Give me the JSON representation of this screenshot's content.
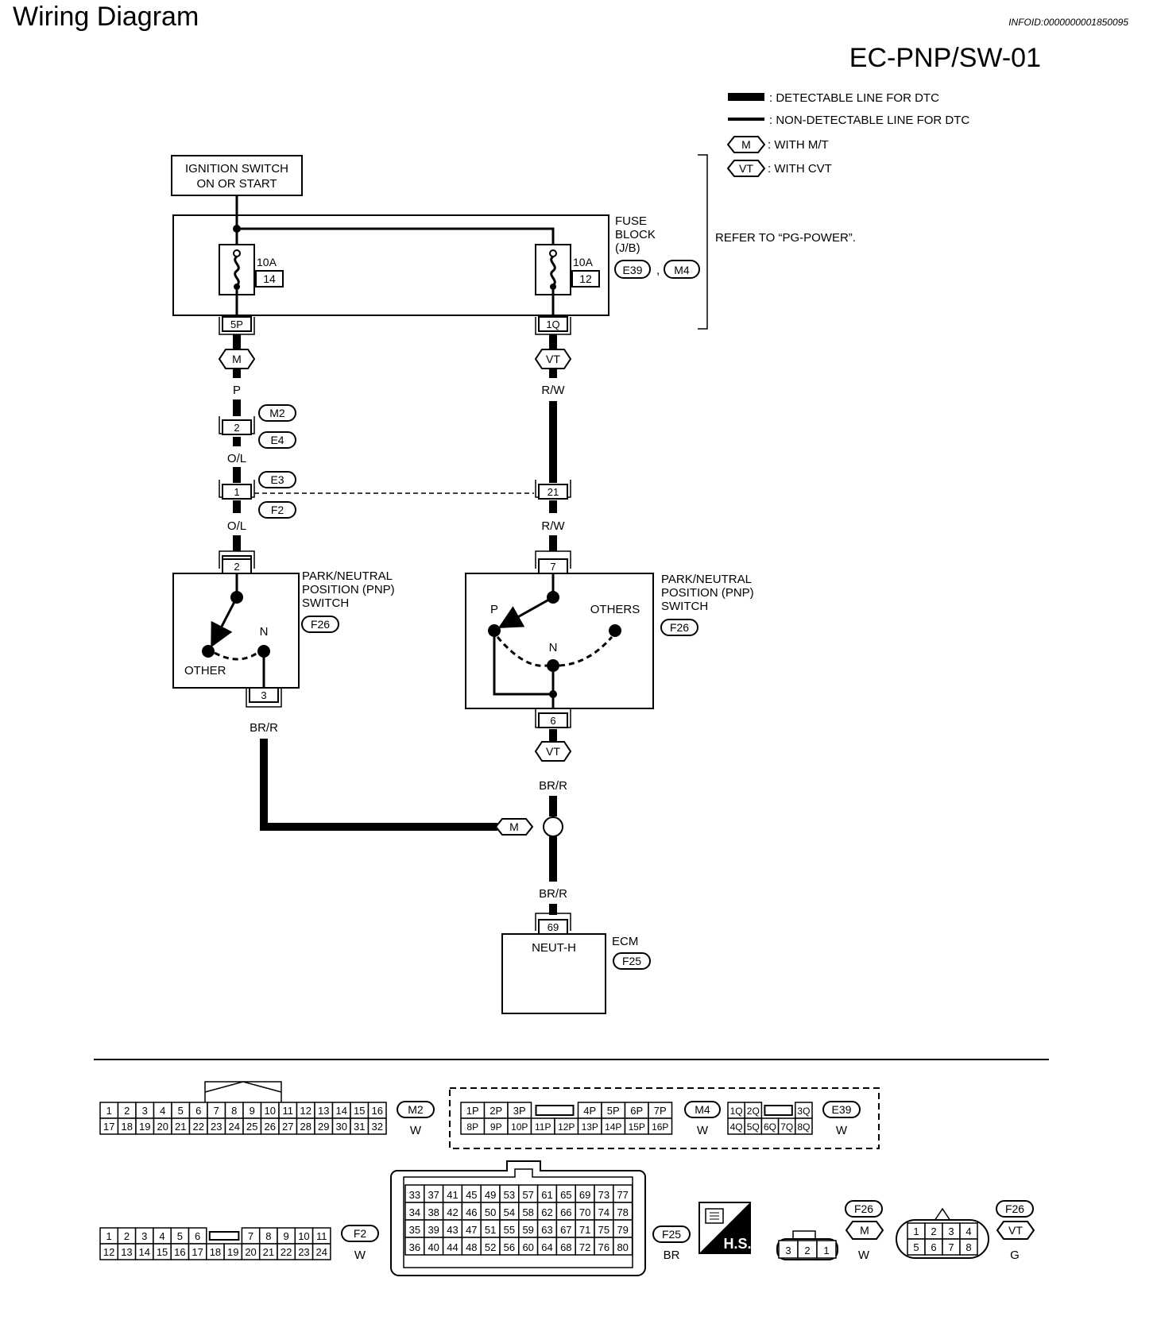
{
  "header": {
    "title": "Wiring Diagram",
    "infoid": "INFOID:0000000001850095",
    "code": "EC-PNP/SW-01"
  },
  "legend": {
    "detectable": ": DETECTABLE LINE FOR DTC",
    "non_detectable": ": NON-DETECTABLE LINE FOR DTC",
    "mt_symbol": "M",
    "mt_text": ": WITH M/T",
    "cvt_symbol": "VT",
    "cvt_text": ": WITH CVT",
    "refer": "REFER TO “PG-POWER”."
  },
  "ignition": {
    "line1": "IGNITION SWITCH",
    "line2": "ON OR START"
  },
  "fuse_block": {
    "line1": "FUSE",
    "line2": "BLOCK",
    "line3": "(J/B)",
    "conn1": "E39",
    "sep": ",",
    "conn2": "M4",
    "fuse_left": {
      "amp": "10A",
      "num": "14",
      "pin": "5P"
    },
    "fuse_right": {
      "amp": "10A",
      "num": "12",
      "pin": "1Q"
    }
  },
  "left_branch": {
    "tag": "M",
    "wire1": "P",
    "pin_a": "2",
    "conn_a1": "M2",
    "conn_a2": "E4",
    "wire2": "O/L",
    "pin_b": "1",
    "conn_b1": "E3",
    "conn_b2": "F2",
    "wire3": "O/L",
    "switch_pin_in": "2",
    "switch_pin_out": "3",
    "wire4": "BR/R"
  },
  "right_branch": {
    "tag": "VT",
    "wire1": "R/W",
    "pin_b": "21",
    "wire2": "R/W",
    "switch_pin_in": "7",
    "switch_pin_out": "6",
    "tag2": "VT",
    "wire3": "BR/R",
    "junction_tag": "M",
    "wire4": "BR/R"
  },
  "pnp_left": {
    "line1": "PARK/NEUTRAL",
    "line2": "POSITION (PNP)",
    "line3": "SWITCH",
    "conn": "F26",
    "n_label": "N",
    "other_label": "OTHER"
  },
  "pnp_right": {
    "line1": "PARK/NEUTRAL",
    "line2": "POSITION (PNP)",
    "line3": "SWITCH",
    "conn": "F26",
    "p_label": "P",
    "others_label": "OTHERS",
    "n_label": "N"
  },
  "ecm": {
    "pin": "69",
    "terminal": "NEUT-H",
    "label": "ECM",
    "conn": "F25"
  },
  "connectors": {
    "m2": {
      "tag": "M2",
      "color": "W",
      "row1": [
        "1",
        "2",
        "3",
        "4",
        "5",
        "6",
        "7",
        "8",
        "9",
        "10",
        "11",
        "12",
        "13",
        "14",
        "15",
        "16"
      ],
      "row2": [
        "17",
        "18",
        "19",
        "20",
        "21",
        "22",
        "23",
        "24",
        "25",
        "26",
        "27",
        "28",
        "29",
        "30",
        "31",
        "32"
      ]
    },
    "m4": {
      "tag": "M4",
      "color": "W",
      "row1a": [
        "1P",
        "2P",
        "3P"
      ],
      "row1b": [
        "4P",
        "5P",
        "6P",
        "7P"
      ],
      "row2": [
        "8P",
        "9P",
        "10P",
        "11P",
        "12P",
        "13P",
        "14P",
        "15P",
        "16P"
      ]
    },
    "e39": {
      "tag": "E39",
      "color": "W",
      "row1a": [
        "1Q",
        "2Q"
      ],
      "row1b": [
        "3Q"
      ],
      "row2": [
        "4Q",
        "5Q",
        "6Q",
        "7Q",
        "8Q"
      ]
    },
    "f2": {
      "tag": "F2",
      "color": "W",
      "row1a": [
        "1",
        "2",
        "3",
        "4",
        "5",
        "6"
      ],
      "row1b": [
        "7",
        "8",
        "9",
        "10",
        "11"
      ],
      "row2": [
        "12",
        "13",
        "14",
        "15",
        "16",
        "17",
        "18",
        "19",
        "20",
        "21",
        "22",
        "23",
        "24"
      ]
    },
    "f25": {
      "tag": "F25",
      "color": "BR",
      "grid": [
        [
          "33",
          "37",
          "41",
          "45",
          "49",
          "53",
          "57",
          "61",
          "65",
          "69",
          "73",
          "77"
        ],
        [
          "34",
          "38",
          "42",
          "46",
          "50",
          "54",
          "58",
          "62",
          "66",
          "70",
          "74",
          "78"
        ],
        [
          "35",
          "39",
          "43",
          "47",
          "51",
          "55",
          "59",
          "63",
          "67",
          "71",
          "75",
          "79"
        ],
        [
          "36",
          "40",
          "44",
          "48",
          "52",
          "56",
          "60",
          "64",
          "68",
          "72",
          "76",
          "80"
        ]
      ]
    },
    "hs": {
      "label": "H.S."
    },
    "f26_mt": {
      "tag": "F26",
      "sub": "M",
      "color": "W",
      "pins": [
        "3",
        "2",
        "1"
      ]
    },
    "f26_cvt": {
      "tag": "F26",
      "sub": "VT",
      "color": "G",
      "row1": [
        "1",
        "2",
        "3",
        "4"
      ],
      "row2": [
        "5",
        "6",
        "7",
        "8"
      ]
    }
  }
}
